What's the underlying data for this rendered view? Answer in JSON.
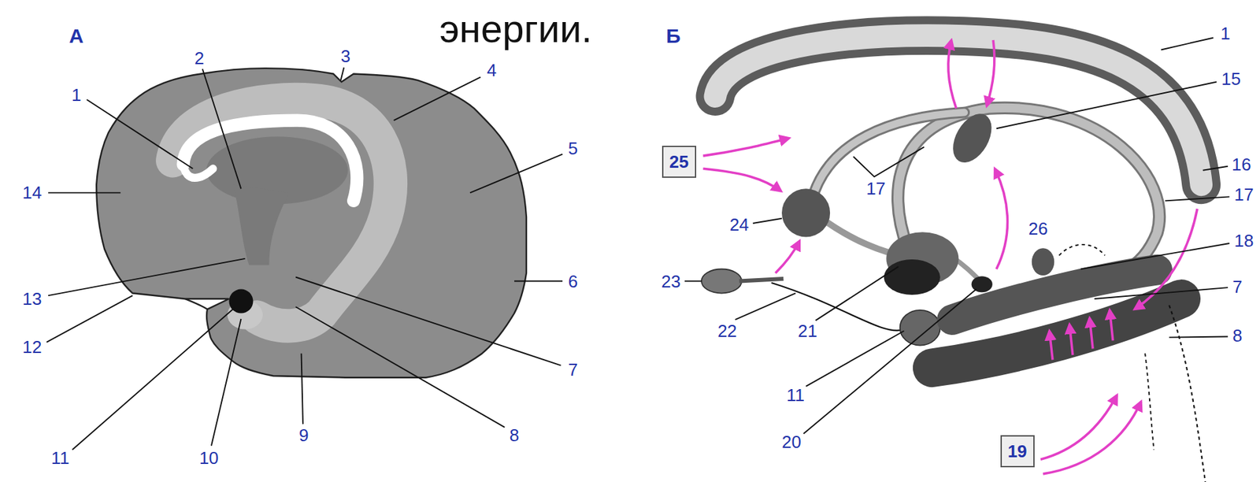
{
  "diagram": {
    "nodes": [
      {
        "text": [
          "25"
        ]
      },
      {
        "text": [
          "19"
        ]
      }
    ],
    "labels": [
      "энергии.",
      "А",
      "Б",
      "1",
      "2",
      "3",
      "4",
      "5",
      "6",
      "7",
      "8",
      "9",
      "10",
      "11",
      "12",
      "13",
      "14",
      "1",
      "15",
      "16",
      "17",
      "17",
      "18",
      "7",
      "8",
      "24",
      "23",
      "22",
      "21",
      "11",
      "20",
      "26"
    ]
  }
}
